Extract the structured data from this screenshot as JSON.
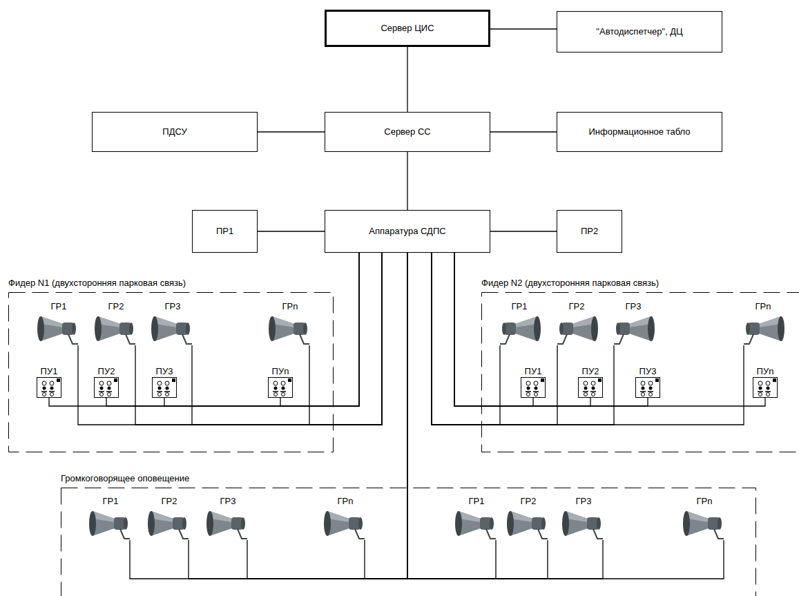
{
  "diagram": {
    "nodes": [
      {
        "text": [
          "Сервер ЦИС"
        ]
      },
      {
        "text": [
          "\"Автодиспетчер\", ДЦ"
        ]
      },
      {
        "text": [
          "ПДСУ"
        ]
      },
      {
        "text": [
          "Сервер СС"
        ]
      },
      {
        "text": [
          "Информационное табло"
        ]
      },
      {
        "text": [
          "ПР1"
        ]
      },
      {
        "text": [
          "Аппаратура СДПС"
        ]
      },
      {
        "text": [
          "ПР2"
        ]
      },
      {
        "text": [
          "Фидер N1 (двухсторонняя парковая связь)"
        ]
      },
      {
        "text": [
          "ГР1"
        ],
        "in": 8
      },
      {
        "text": [
          "ГР2"
        ],
        "in": 8
      },
      {
        "text": [
          "ГР3"
        ],
        "in": 8
      },
      {
        "text": [
          "ГРn"
        ],
        "in": 8
      },
      {
        "text": [
          "ПУ1"
        ],
        "in": 8
      },
      {
        "text": [
          "ПУ2"
        ],
        "in": 8
      },
      {
        "text": [
          "ПУ3"
        ],
        "in": 8
      },
      {
        "text": [
          "ПУn"
        ],
        "in": 8
      },
      {
        "text": [
          "Фидер N2 (двухсторонняя парковая связь)"
        ]
      },
      {
        "text": [
          "ГР1"
        ],
        "in": 17
      },
      {
        "text": [
          "ГР2"
        ],
        "in": 17
      },
      {
        "text": [
          "ГР3"
        ],
        "in": 17
      },
      {
        "text": [
          "ГРn"
        ],
        "in": 17
      },
      {
        "text": [
          "ПУ1"
        ],
        "in": 17
      },
      {
        "text": [
          "ПУ2"
        ],
        "in": 17
      },
      {
        "text": [
          "ПУ3"
        ],
        "in": 17
      },
      {
        "text": [
          "ПУn"
        ],
        "in": 17
      },
      {
        "text": [
          "Громкоговорящее оповещение"
        ]
      },
      {
        "text": [
          "ГР1"
        ],
        "in": 26
      },
      {
        "text": [
          "ГР2"
        ],
        "in": 26
      },
      {
        "text": [
          "ГР3"
        ],
        "in": 26
      },
      {
        "text": [
          "ГРn"
        ],
        "in": 26
      },
      {
        "text": [
          "ГР1"
        ],
        "in": 26
      },
      {
        "text": [
          "ГР2"
        ],
        "in": 26
      },
      {
        "text": [
          "ГР3"
        ],
        "in": 26
      },
      {
        "text": [
          "ГРn"
        ],
        "in": 26
      }
    ],
    "edges": [
      {
        "from": 0,
        "to": 1,
        "arrow": "none"
      },
      {
        "from": 0,
        "to": 3,
        "arrow": "none"
      },
      {
        "from": 3,
        "to": 2,
        "arrow": "none"
      },
      {
        "from": 3,
        "to": 4,
        "arrow": "none"
      },
      {
        "from": 3,
        "to": 6,
        "arrow": "none"
      },
      {
        "from": 6,
        "to": 5,
        "arrow": "none"
      },
      {
        "from": 6,
        "to": 7,
        "arrow": "none"
      },
      {
        "from": 6,
        "to": 9,
        "arrow": "none"
      },
      {
        "from": 6,
        "to": 10,
        "arrow": "none"
      },
      {
        "from": 6,
        "to": 11,
        "arrow": "none"
      },
      {
        "from": 6,
        "to": 12,
        "arrow": "none"
      },
      {
        "from": 6,
        "to": 13,
        "arrow": "none"
      },
      {
        "from": 6,
        "to": 14,
        "arrow": "none"
      },
      {
        "from": 6,
        "to": 15,
        "arrow": "none"
      },
      {
        "from": 6,
        "to": 16,
        "arrow": "none"
      },
      {
        "from": 6,
        "to": 18,
        "arrow": "none"
      },
      {
        "from": 6,
        "to": 19,
        "arrow": "none"
      },
      {
        "from": 6,
        "to": 20,
        "arrow": "none"
      },
      {
        "from": 6,
        "to": 21,
        "arrow": "none"
      },
      {
        "from": 6,
        "to": 22,
        "arrow": "none"
      },
      {
        "from": 6,
        "to": 23,
        "arrow": "none"
      },
      {
        "from": 6,
        "to": 24,
        "arrow": "none"
      },
      {
        "from": 6,
        "to": 25,
        "arrow": "none"
      },
      {
        "from": 6,
        "to": 27,
        "arrow": "none"
      },
      {
        "from": 6,
        "to": 28,
        "arrow": "none"
      },
      {
        "from": 6,
        "to": 29,
        "arrow": "none"
      },
      {
        "from": 6,
        "to": 30,
        "arrow": "none"
      },
      {
        "from": 6,
        "to": 31,
        "arrow": "none"
      },
      {
        "from": 6,
        "to": 32,
        "arrow": "none"
      },
      {
        "from": 6,
        "to": 33,
        "arrow": "none"
      },
      {
        "from": 6,
        "to": 34,
        "arrow": "none"
      }
    ]
  }
}
